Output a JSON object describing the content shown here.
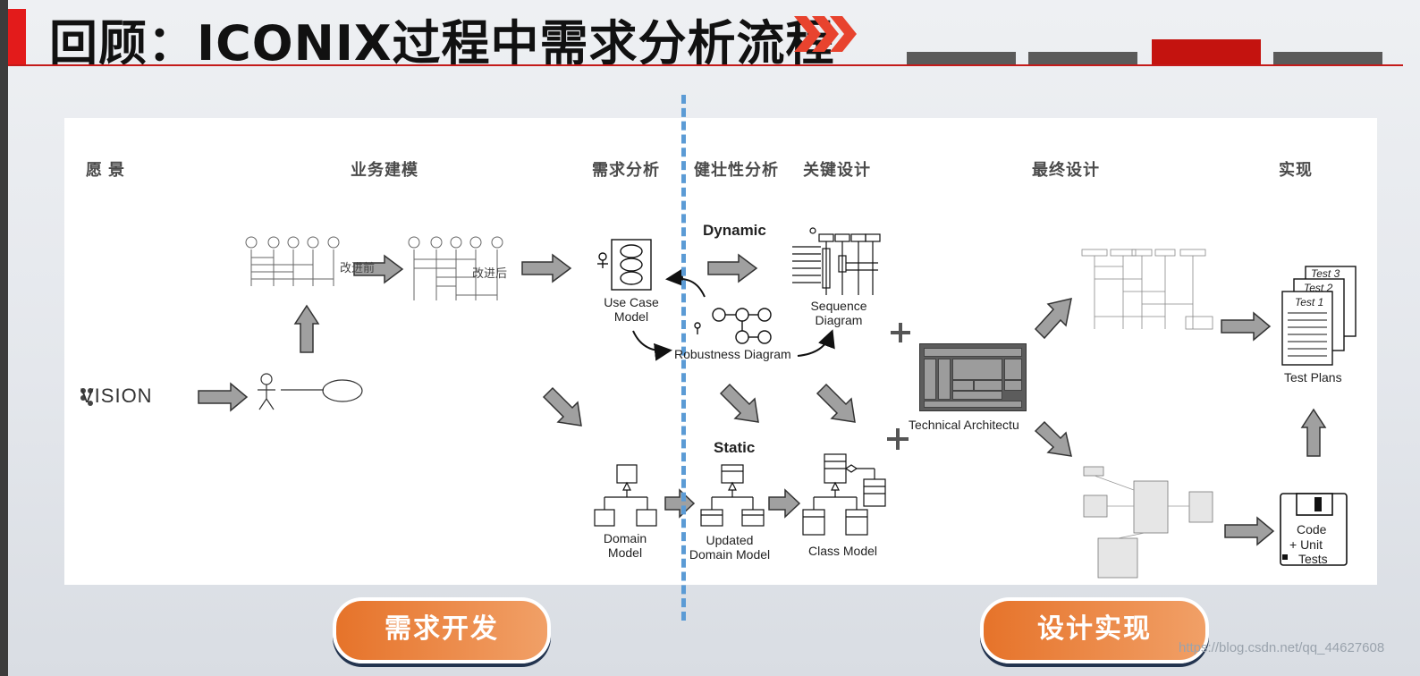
{
  "title": "回顾：ICONIX过程中需求分析流程",
  "nav": {
    "active_index": 2,
    "count": 4
  },
  "columns": [
    "愿 景",
    "业务建模",
    "需求分析",
    "健壮性分析",
    "关键设计",
    "最终设计",
    "实现"
  ],
  "labels": {
    "vision": "VISION",
    "improve_before": "改进前",
    "improve_after": "改进后",
    "use_case_model": "Use Case Model",
    "robustness": "Robustness Diagram",
    "dynamic": "Dynamic",
    "static": "Static",
    "sequence": "Sequence Diagram",
    "technical_arch": "Technical Architectu",
    "domain_model": "Domain Model",
    "updated_domain_model": "Updated Domain Model",
    "class_model": "Class Model",
    "test_plans": "Test Plans",
    "test1": "Test 1",
    "test2": "Test 2",
    "test3": "Test 3",
    "code_unit_tests_1": "Code",
    "code_unit_tests_2": "+ Unit",
    "code_unit_tests_3": "Tests"
  },
  "buttons": {
    "req_dev": "需求开发",
    "design_impl": "设计实现"
  },
  "watermark": "https://blog.csdn.net/qq_44627608",
  "colors": {
    "accent_red": "#c4130f",
    "divider_blue": "#5b9bd5",
    "pill_orange": "#e6732a"
  }
}
